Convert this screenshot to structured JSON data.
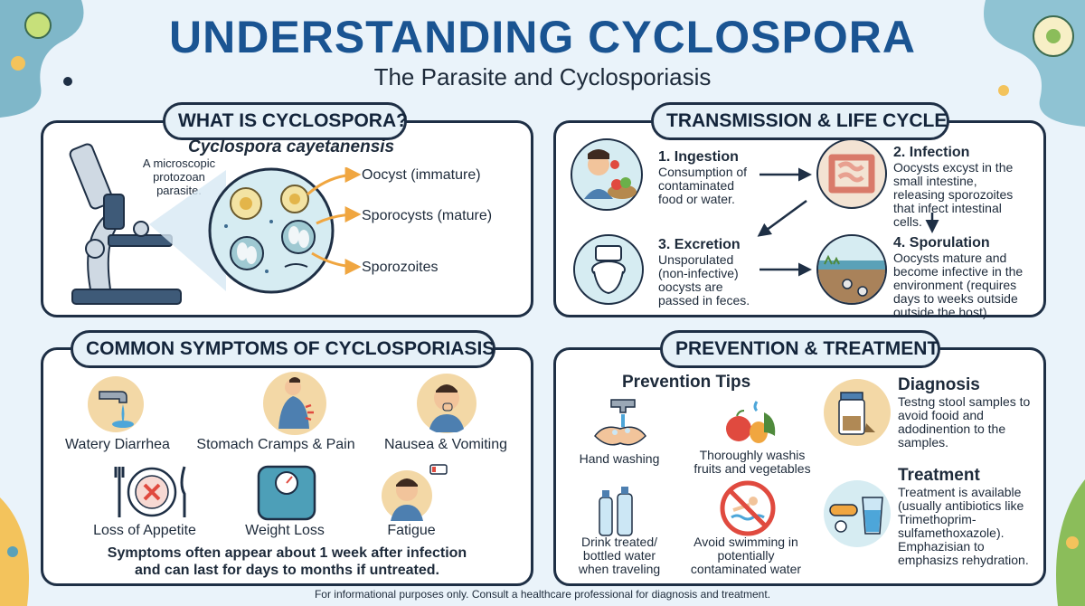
{
  "header": {
    "title": "UNDERSTANDING CYCLOSPORA",
    "subtitle": "The Parasite and Cyclosporiasis"
  },
  "what_is": {
    "heading": "WHAT IS CYCLOSPORA?",
    "species": "Cyclospora cayetanensis",
    "description": "A microscopic protozoan parasite.",
    "stages": [
      "Oocyst (immature)",
      "Sporocysts (mature)",
      "Sporozoites"
    ]
  },
  "transmission": {
    "heading": "TRANSMISSION & LIFE CYCLE",
    "steps": [
      {
        "title": "1. Ingestion",
        "text": "Consumption of contaminated food or water."
      },
      {
        "title": "2. Infection",
        "text": "Oocysts excyst in the small intestine, releasing sporozoites that infect intestinal cells."
      },
      {
        "title": "3. Excretion",
        "text": "Unsporulated (non-infective) oocysts are passed in feces."
      },
      {
        "title": "4. Sporulation",
        "text": "Oocysts mature and become infective in the environment (requires days to weeks outside outside the host)."
      }
    ]
  },
  "symptoms": {
    "heading": "COMMON SYMPTOMS OF CYCLOSPORIASIS",
    "items": [
      "Watery Diarrhea",
      "Stomach Cramps & Pain",
      "Nausea & Vomiting",
      "Loss of Appetite",
      "Weight Loss",
      "Fatigue"
    ],
    "note_line1": "Symptoms often appear about 1 week after infection",
    "note_line2": "and can last for days to months if untreated."
  },
  "prevention": {
    "heading": "PREVENTION & TREATMENT",
    "tips_heading": "Prevention Tips",
    "tips": [
      "Hand washing",
      "Thoroughly washis fruits and vegetables",
      "Drink treated/ bottled water when traveling",
      "Avoid swimming in potentially contaminated water"
    ],
    "diagnosis_heading": "Diagnosis",
    "diagnosis_text": "Testng stool samples to avoid fooid and adodinention to the samples.",
    "treatment_heading": "Treatment",
    "treatment_text": "Treatment is available (usually antibiotics like Trimethoprim-sulfamethoxazole). Emphazisian to emphasizs rehydration."
  },
  "footer": "For informational purposes only. Consult a healthcare professional for diagnosis and treatment.",
  "colors": {
    "title": "#1a5492",
    "panel_border": "#1e2f45",
    "heading_bg": "#e6f1f8",
    "arrow_orange": "#f0a640",
    "arrow_navy": "#1e2f45"
  }
}
